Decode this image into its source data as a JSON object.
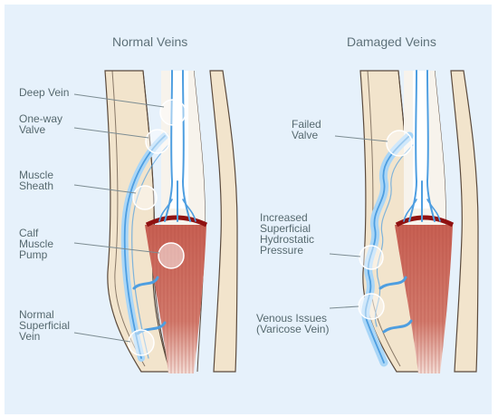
{
  "colors": {
    "background": "#e6f1fb",
    "skin": "#f2e4cc",
    "skin_outline": "#5b4a3c",
    "vein": "#4e9ee0",
    "vein_light": "#a9d6f7",
    "muscle": "#c9665a",
    "muscle_dark": "#8f1111",
    "label_text": "#56696f",
    "title_text": "#5e7179"
  },
  "titles": {
    "normal": "Normal Veins",
    "damaged": "Damaged Veins"
  },
  "normal_labels": {
    "deep_vein": "Deep Vein",
    "one_way_valve": "One-way\nValve",
    "muscle_sheath": "Muscle\nSheath",
    "calf_muscle_pump": "Calf\nMuscle\nPump",
    "normal_superficial_vein": "Normal\nSuperficial\nVein"
  },
  "damaged_labels": {
    "failed_valve": "Failed\nValve",
    "increased_pressure": "Increased\nSuperficial\nHydrostatic\nPressure",
    "venous_issues": "Venous Issues\n(Varicose Vein)"
  }
}
